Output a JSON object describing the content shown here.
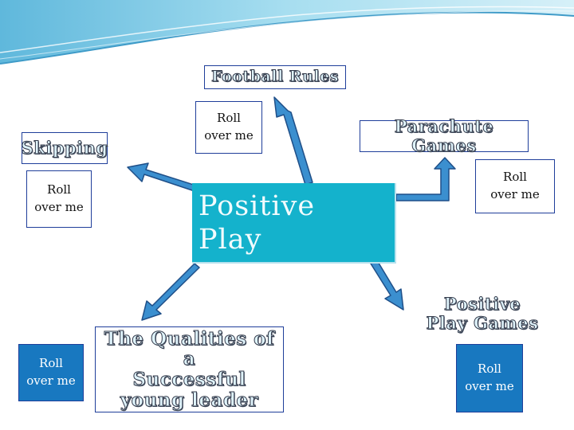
{
  "center": {
    "line1": "Positive",
    "line2": "Play"
  },
  "labels": {
    "football_rules": "Football Rules",
    "skipping": "Skipping",
    "parachute_games": "Parachute Games",
    "positive_play_games_1": "Positive",
    "positive_play_games_2": "Play Games",
    "qualities_1": "The Qualities of a",
    "qualities_2": "Successful",
    "qualities_3": "young leader"
  },
  "roll_boxes": {
    "top_line1": "Roll",
    "top_line2": "over me",
    "left_line1": "Roll",
    "left_line2": "over me",
    "right_line1": "Roll",
    "right_line2": "over me",
    "bottom_left_line1": "Roll",
    "bottom_left_line2": "over me",
    "bottom_right_line1": "Roll",
    "bottom_right_line2": "over me"
  },
  "colors": {
    "arrow_fill": "#3b8fcf",
    "arrow_stroke": "#1f4f88",
    "center_fill": "#14b2cc",
    "roll_dark_fill": "#1878c0",
    "box_border": "#1f3e9a"
  }
}
